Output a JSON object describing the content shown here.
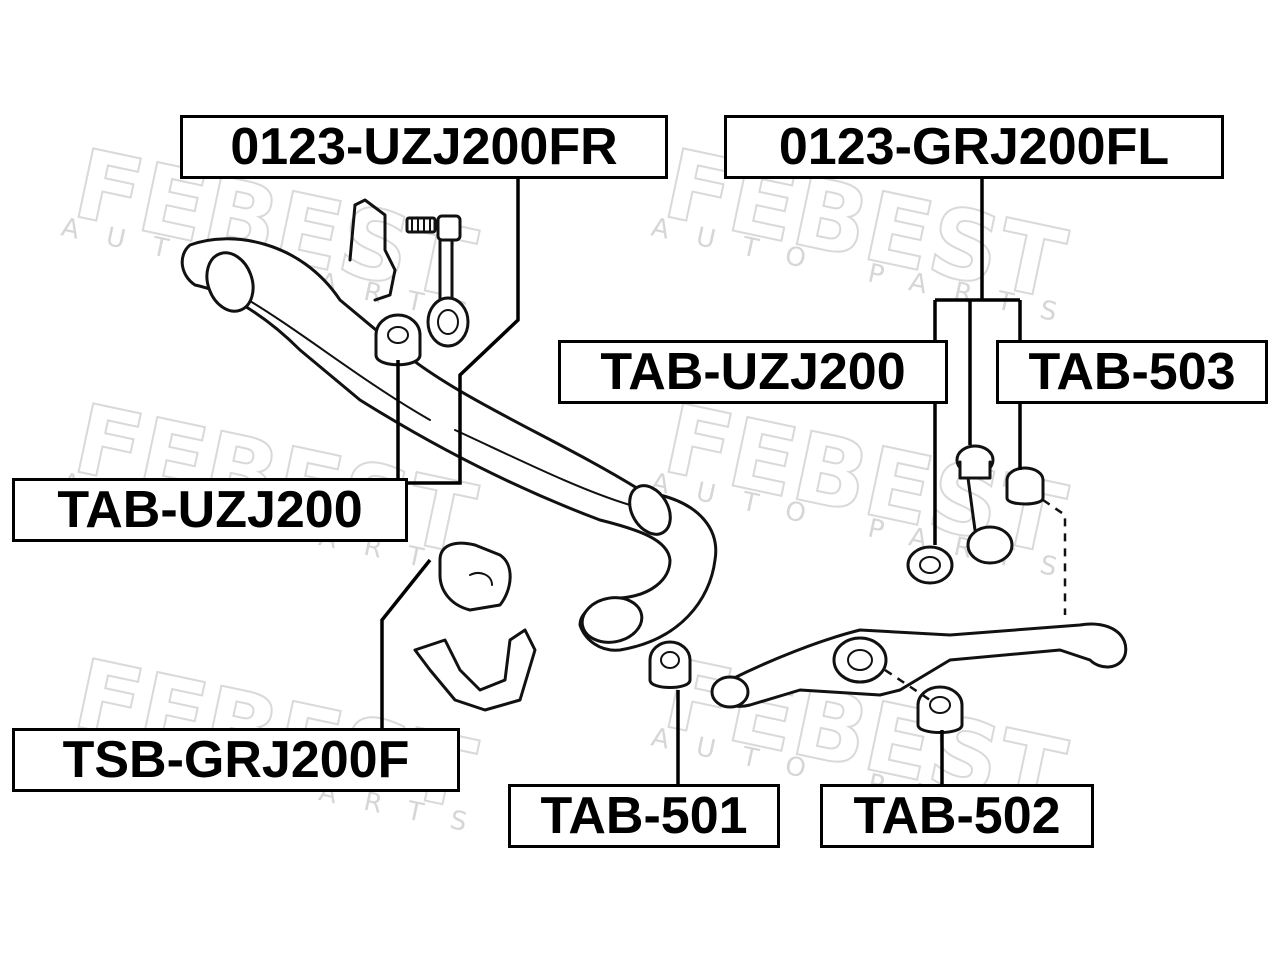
{
  "watermark": {
    "brand": "FEBEST",
    "tagline": "AUTO PARTS"
  },
  "callouts": {
    "link_front_right": "0123-UZJ200FR",
    "link_front_left": "0123-GRJ200FL",
    "bushing_uzj200_right": "TAB-UZJ200",
    "bushing_503": "TAB-503",
    "bushing_uzj200_left": "TAB-UZJ200",
    "stabilizer_bushing": "TSB-GRJ200F",
    "bushing_501": "TAB-501",
    "bushing_502": "TAB-502"
  }
}
